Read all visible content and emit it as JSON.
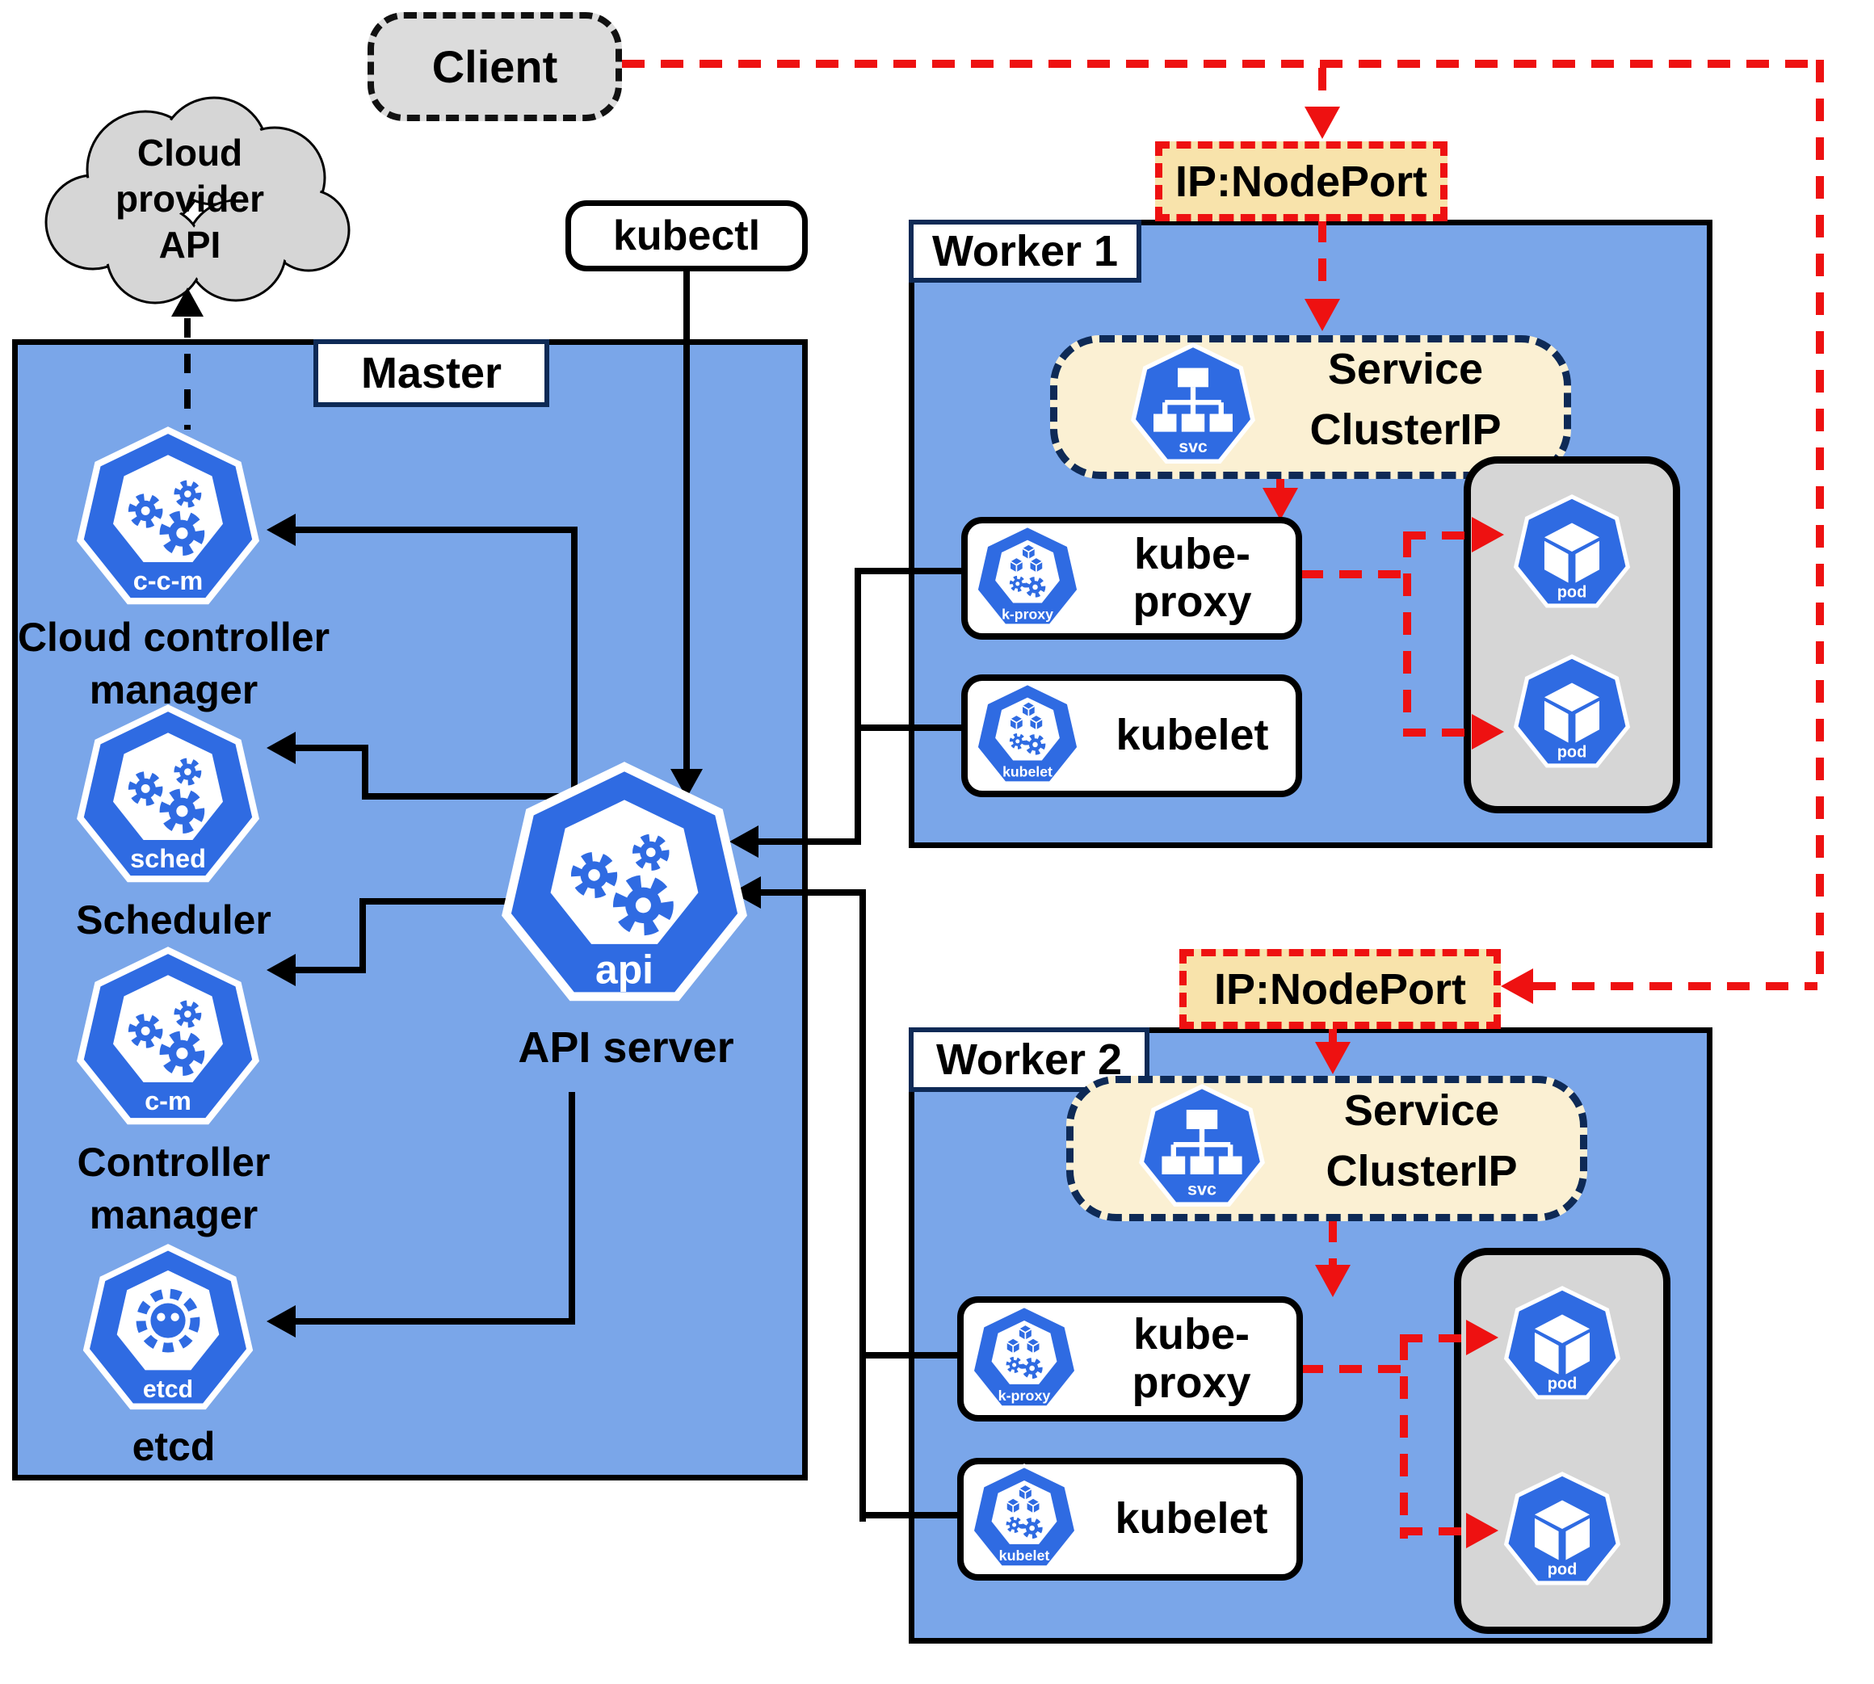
{
  "client": {
    "label": "Client"
  },
  "cloud": {
    "line1": "Cloud",
    "line2": "provider",
    "line3": "API"
  },
  "kubectl": {
    "label": "kubectl"
  },
  "master": {
    "title": "Master",
    "components": [
      {
        "icon": "c-c-m",
        "line1": "Cloud controller",
        "line2": "manager"
      },
      {
        "icon": "sched",
        "line1": "Scheduler",
        "line2": ""
      },
      {
        "icon": "c-m",
        "line1": "Controller",
        "line2": "manager"
      },
      {
        "icon": "etcd",
        "line1": "etcd",
        "line2": ""
      },
      {
        "icon": "api",
        "line1": "API server",
        "line2": ""
      }
    ]
  },
  "workers": [
    {
      "title": "Worker 1",
      "nodeport_label": "IP:NodePort",
      "service": {
        "line1": "Service",
        "line2": "ClusterIP",
        "icon": "svc"
      },
      "kube_proxy": {
        "label": "kube-proxy",
        "icon": "k-proxy"
      },
      "kubelet": {
        "label": "kubelet",
        "icon": "kubelet"
      },
      "pods": [
        {
          "label": "pod"
        },
        {
          "label": "pod"
        }
      ]
    },
    {
      "title": "Worker 2",
      "nodeport_label": "IP:NodePort",
      "service": {
        "line1": "Service",
        "line2": "ClusterIP",
        "icon": "svc"
      },
      "kube_proxy": {
        "label": "kube-proxy",
        "icon": "k-proxy"
      },
      "kubelet": {
        "label": "kubelet",
        "icon": "kubelet"
      },
      "pods": [
        {
          "label": "pod"
        },
        {
          "label": "pod"
        }
      ]
    }
  ],
  "colors": {
    "traffic_arrows": "#EE1111",
    "node_fill": "#7AA6E9",
    "kubernetes_blue": "#2F6BE2",
    "service_fill": "#FBF0D3",
    "nodeport_fill": "#F8E3AB",
    "dashed_border_navy": "#0E2A56",
    "pods_container_gray": "#D6D6D6",
    "client_gray": "#DCDCDC"
  }
}
